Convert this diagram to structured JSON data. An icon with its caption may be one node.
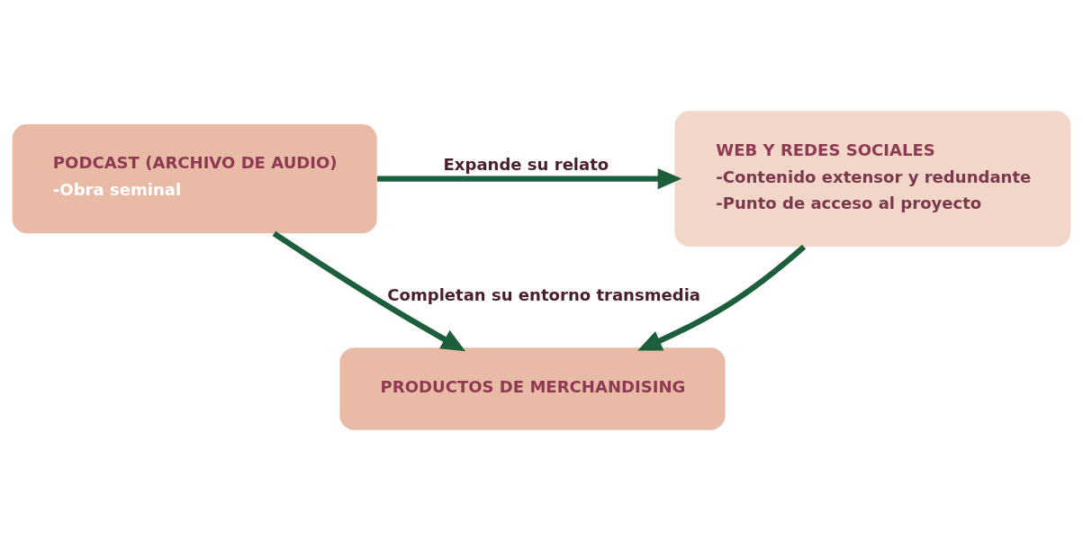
{
  "diagram": {
    "nodes": [
      {
        "text": [
          "PODCAST (ARCHIVO DE AUDIO)",
          "-Obra seminal"
        ]
      },
      {
        "text": [
          "WEB Y REDES SOCIALES",
          "-Contenido extensor y redundante",
          "-Punto de acceso al proyecto"
        ]
      },
      {
        "text": [
          "PRODUCTOS DE MERCHANDISING"
        ]
      }
    ],
    "edges": [
      {
        "from": 0,
        "to": 1,
        "arrow": "to",
        "label": "Expande su relato"
      },
      {
        "from": 0,
        "to": 2,
        "arrow": "to",
        "label": "Completan su entorno transmedia"
      },
      {
        "from": 1,
        "to": 2,
        "arrow": "to"
      }
    ]
  }
}
